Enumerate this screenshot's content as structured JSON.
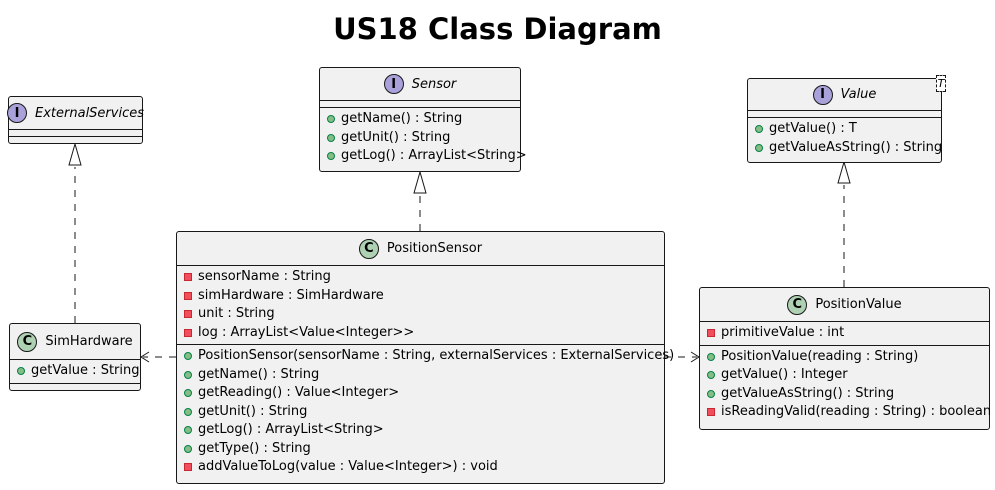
{
  "diagram": {
    "title": "US18 Class Diagram",
    "classes": {
      "external_services": {
        "stereotype": "I",
        "kind": "interface",
        "name": "ExternalServices",
        "fields": [],
        "methods": []
      },
      "sensor": {
        "stereotype": "I",
        "kind": "interface",
        "name": "Sensor",
        "fields": [],
        "methods": [
          {
            "vis": "public",
            "text": "getName() : String"
          },
          {
            "vis": "public",
            "text": "getUnit() : String"
          },
          {
            "vis": "public",
            "text": "getLog() : ArrayList<String>"
          }
        ]
      },
      "value": {
        "stereotype": "I",
        "kind": "interface",
        "name": "Value",
        "type_param": "T",
        "fields": [],
        "methods": [
          {
            "vis": "public",
            "text": "getValue() : T"
          },
          {
            "vis": "public",
            "text": "getValueAsString() : String"
          }
        ]
      },
      "sim_hardware": {
        "stereotype": "C",
        "kind": "class",
        "name": "SimHardware",
        "fields": [
          {
            "vis": "public",
            "text": "getValue : String"
          }
        ],
        "methods": []
      },
      "position_sensor": {
        "stereotype": "C",
        "kind": "class",
        "name": "PositionSensor",
        "fields": [
          {
            "vis": "private",
            "text": "sensorName : String"
          },
          {
            "vis": "private",
            "text": "simHardware : SimHardware"
          },
          {
            "vis": "private",
            "text": "unit : String"
          },
          {
            "vis": "private",
            "text": "log : ArrayList<Value<Integer>>"
          }
        ],
        "methods": [
          {
            "vis": "public",
            "text": "PositionSensor(sensorName : String, externalServices : ExternalServices)"
          },
          {
            "vis": "public",
            "text": "getName() : String"
          },
          {
            "vis": "public",
            "text": "getReading() : Value<Integer>"
          },
          {
            "vis": "public",
            "text": "getUnit() : String"
          },
          {
            "vis": "public",
            "text": "getLog() : ArrayList<String>"
          },
          {
            "vis": "public",
            "text": "getType() : String"
          },
          {
            "vis": "private",
            "text": "addValueToLog(value : Value<Integer>) : void"
          }
        ]
      },
      "position_value": {
        "stereotype": "C",
        "kind": "class",
        "name": "PositionValue",
        "fields": [
          {
            "vis": "private",
            "text": "primitiveValue : int"
          }
        ],
        "methods": [
          {
            "vis": "public",
            "text": "PositionValue(reading : String)"
          },
          {
            "vis": "public",
            "text": "getValue() : Integer"
          },
          {
            "vis": "public",
            "text": "getValueAsString() : String"
          },
          {
            "vis": "private",
            "text": "isReadingValid(reading : String) : boolean"
          }
        ]
      }
    },
    "relations": [
      {
        "from": "sim_hardware",
        "to": "external_services",
        "type": "realization"
      },
      {
        "from": "position_sensor",
        "to": "sensor",
        "type": "realization"
      },
      {
        "from": "position_value",
        "to": "value",
        "type": "realization"
      },
      {
        "from": "position_sensor",
        "to": "sim_hardware",
        "type": "dependency"
      },
      {
        "from": "position_sensor",
        "to": "position_value",
        "type": "dependency"
      }
    ]
  }
}
